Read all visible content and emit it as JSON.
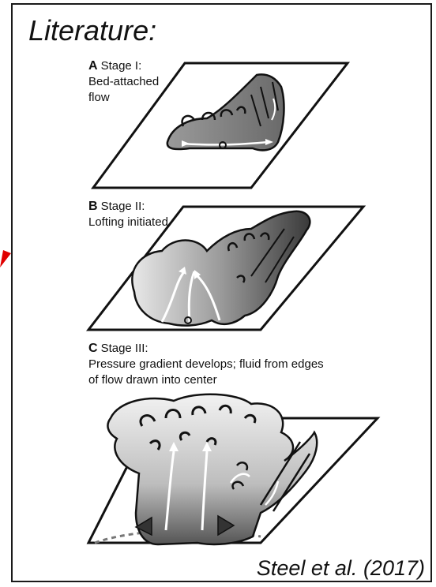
{
  "title": "Literature:",
  "citation": "Steel et al. (2017)",
  "panels": [
    {
      "letter": "A",
      "stage": "Stage I:",
      "desc": "Bed-attached",
      "desc2": "flow"
    },
    {
      "letter": "B",
      "stage": "Stage II:",
      "desc": "Lofting initiated",
      "desc2": ""
    },
    {
      "letter": "C",
      "stage": "Stage III:",
      "desc": "Pressure gradient develops; fluid from edges",
      "desc2": "of flow drawn into center"
    }
  ],
  "colors": {
    "border": "#1a1a1a",
    "plume_dark": "#555555",
    "plume_light": "#d9d9d9",
    "pointer": "#e00000"
  }
}
